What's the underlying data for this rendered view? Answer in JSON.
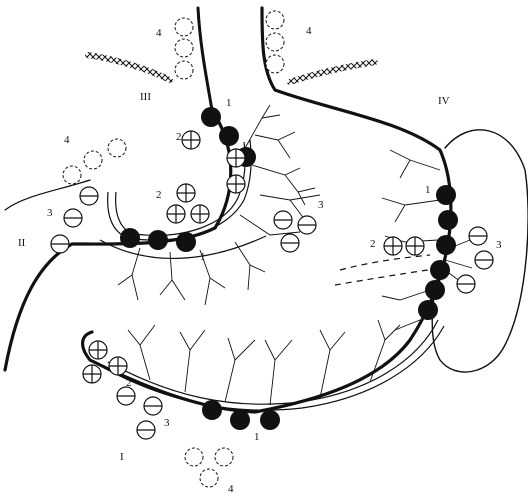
{
  "regions": {
    "I": "I",
    "II": "II",
    "III": "III",
    "IV": "IV"
  },
  "group_numbers": {
    "one": "1",
    "two": "2",
    "three": "3",
    "four": "4"
  },
  "node_types": {
    "black": "filled-node",
    "plus": "plus-node",
    "minus": "minus-node",
    "dashed": "dashed-node"
  },
  "colors": {
    "ink": "#111111",
    "paper": "#ffffff"
  }
}
